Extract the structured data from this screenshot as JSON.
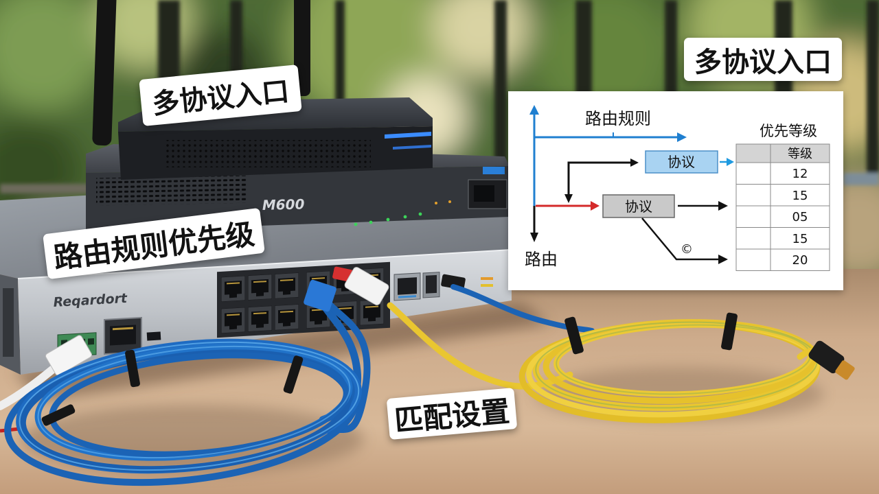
{
  "callouts": {
    "top_left": "多协议入口",
    "top_right": "多协议入口",
    "left_middle": "路由规则优先级",
    "bottom_center": "匹配设置"
  },
  "device_labels": {
    "switch_brand": "Reqardort",
    "router_model": "M600"
  },
  "diagram": {
    "routing_rules": "路由规则",
    "priority_level": "优先等级",
    "protocol_top": "协议",
    "protocol_middle": "协议",
    "route": "路由",
    "mark": "©",
    "table_header": "等级",
    "table_values": [
      "12",
      "15",
      "05",
      "15",
      "20"
    ]
  },
  "colors": {
    "callout_background": "#ffffff",
    "diagram_blue": "#1f7fd0",
    "diagram_red": "#d42a2a",
    "protocol_box_blue": "#a9d3f2",
    "protocol_box_grey": "#c9c9c9",
    "cable_blue": "#1b63b5",
    "cable_yellow": "#e9c630"
  }
}
